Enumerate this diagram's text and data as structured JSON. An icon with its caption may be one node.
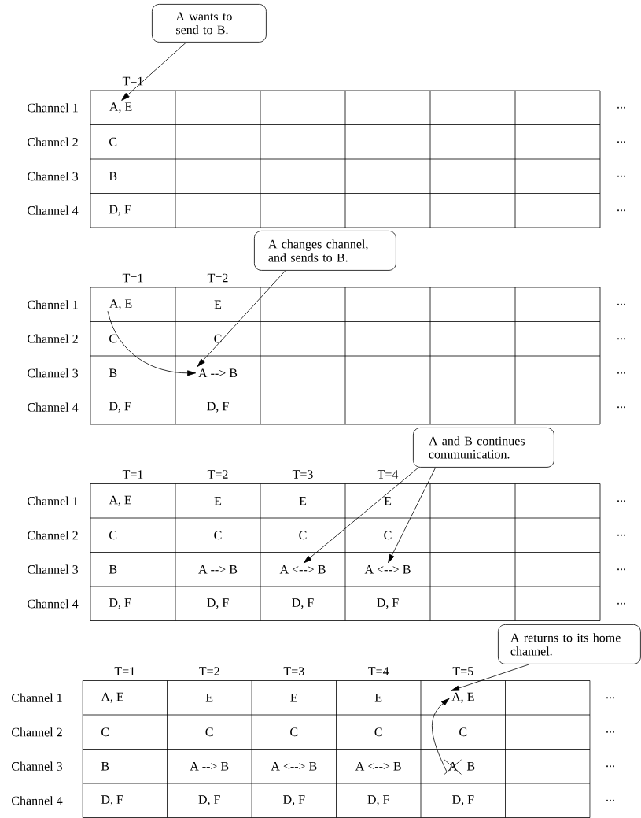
{
  "diagram": {
    "nodes": [
      {
        "text": [
          "A wants to send to B."
        ]
      },
      {
        "text": [
          "A, E"
        ]
      },
      {
        "text": [
          "A changes channel, and sends to B."
        ]
      },
      {
        "text": [
          "A, E"
        ]
      },
      {
        "text": [
          "A --> B"
        ]
      },
      {
        "text": [
          "A and B continues communication."
        ]
      },
      {
        "text": [
          "A <--> B"
        ]
      },
      {
        "text": [
          "A <--> B"
        ]
      },
      {
        "text": [
          "A returns to its home channel."
        ]
      },
      {
        "text": [
          "A, E"
        ]
      },
      {
        "text": [
          "A"
        ]
      }
    ],
    "edges": [
      {
        "from": 0,
        "to": 1,
        "arrow": "to"
      },
      {
        "from": 2,
        "to": 4,
        "arrow": "to"
      },
      {
        "from": 3,
        "to": 4,
        "arrow": "to"
      },
      {
        "from": 5,
        "to": 6,
        "arrow": "to"
      },
      {
        "from": 5,
        "to": 7,
        "arrow": "to"
      },
      {
        "from": 8,
        "to": 9,
        "arrow": "to"
      },
      {
        "from": 10,
        "to": 9,
        "arrow": "to"
      }
    ],
    "labels": [
      "T=1",
      "Channel 1",
      "...",
      "Channel 2",
      "C",
      "...",
      "Channel 3",
      "B",
      "...",
      "Channel 4",
      "D, F",
      "...",
      "T=1",
      "T=2",
      "Channel 1",
      "E",
      "...",
      "Channel 2",
      "C",
      "C",
      "...",
      "Channel 3",
      "B",
      "...",
      "Channel 4",
      "D, F",
      "D, F",
      "...",
      "T=1",
      "T=2",
      "T=3",
      "T=4",
      "Channel 1",
      "A, E",
      "E",
      "E",
      "E",
      "...",
      "Channel 2",
      "C",
      "C",
      "C",
      "C",
      "...",
      "Channel 3",
      "B",
      "A --> B",
      "...",
      "Channel 4",
      "D, F",
      "D, F",
      "D, F",
      "D, F",
      "...",
      "T=1",
      "T=2",
      "T=3",
      "T=4",
      "T=5",
      "Channel 1",
      "A, E",
      "E",
      "E",
      "E",
      "...",
      "Channel 2",
      "C",
      "C",
      "C",
      "C",
      "C",
      "...",
      "Channel 3",
      "B",
      "A --> B",
      "A <--> B",
      "A <--> B",
      "B",
      "...",
      "Channel 4",
      "D, F",
      "D, F",
      "D, F",
      "D, F",
      "D, F",
      "..."
    ]
  }
}
